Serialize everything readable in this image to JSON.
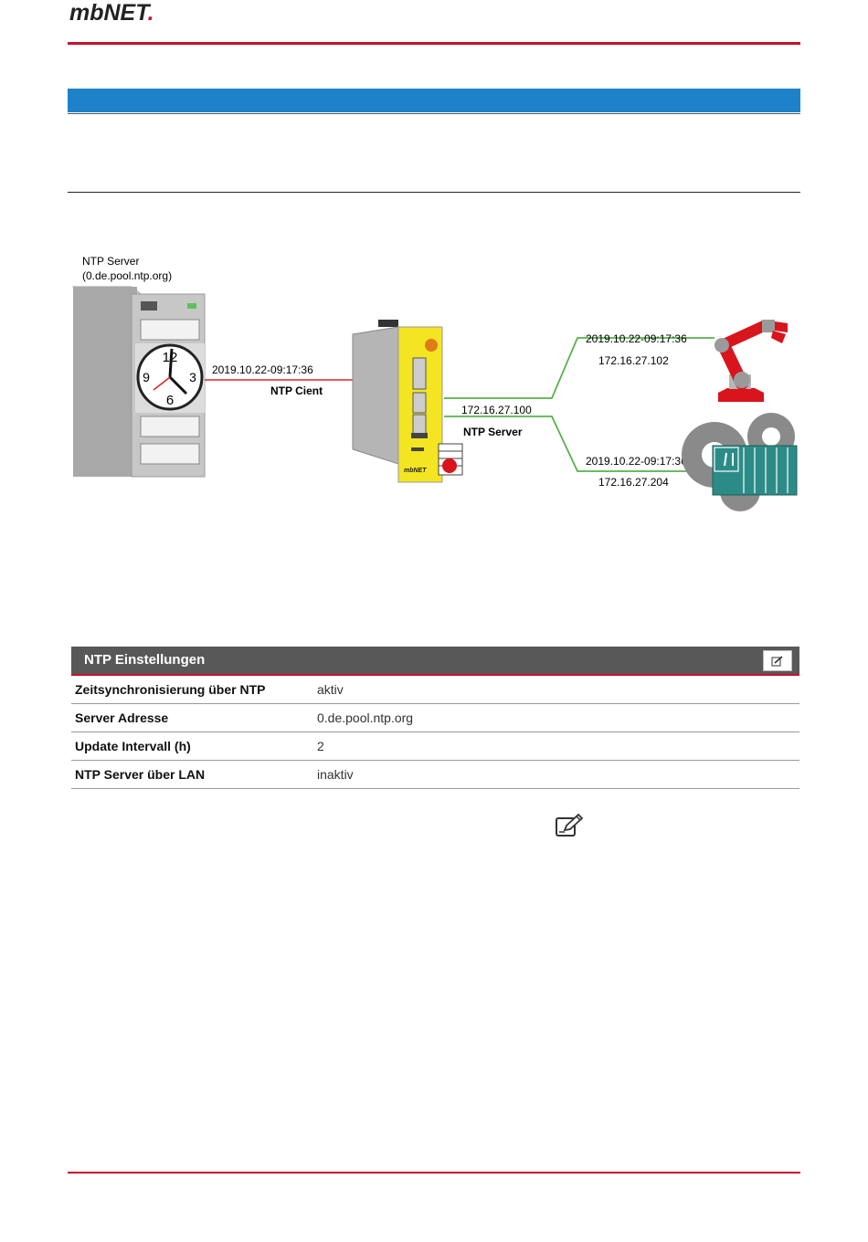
{
  "header": {
    "logo_text": "mbNET",
    "logo_dot": "."
  },
  "diagram": {
    "ntp_server_label": "NTP Server",
    "ntp_server_addr": "(0.de.pool.ntp.org)",
    "client_time": "2019.10.22-09:17:36",
    "client_role": "NTP Cient",
    "router_ip": "172.16.27.100",
    "server_role": "NTP Server",
    "robot_time": "2019.10.22-09:17:36",
    "robot_ip": "172.16.27.102",
    "plc_time": "2019.10.22-09:17:36",
    "plc_ip": "172.16.27.204",
    "clock_numbers": [
      "12",
      "3",
      "6",
      "9"
    ],
    "device_brand": "mbNET"
  },
  "panel": {
    "title": "NTP Einstellungen",
    "rows": [
      {
        "key": "Zeitsynchronisierung über NTP",
        "value": "aktiv"
      },
      {
        "key": "Server Adresse",
        "value": "0.de.pool.ntp.org"
      },
      {
        "key": "Update Intervall (h)",
        "value": "2"
      },
      {
        "key": "NTP Server über LAN",
        "value": "inaktiv"
      }
    ]
  },
  "colors": {
    "brand_red": "#c8102e",
    "blue_bar": "#1d82c8",
    "panel_header": "#585858",
    "device_yellow": "#f3e521",
    "teal": "#2b8c87"
  },
  "icons": [
    "edit-icon",
    "clock-icon",
    "robot-arm-icon",
    "gear-icon",
    "firewall-icon"
  ]
}
